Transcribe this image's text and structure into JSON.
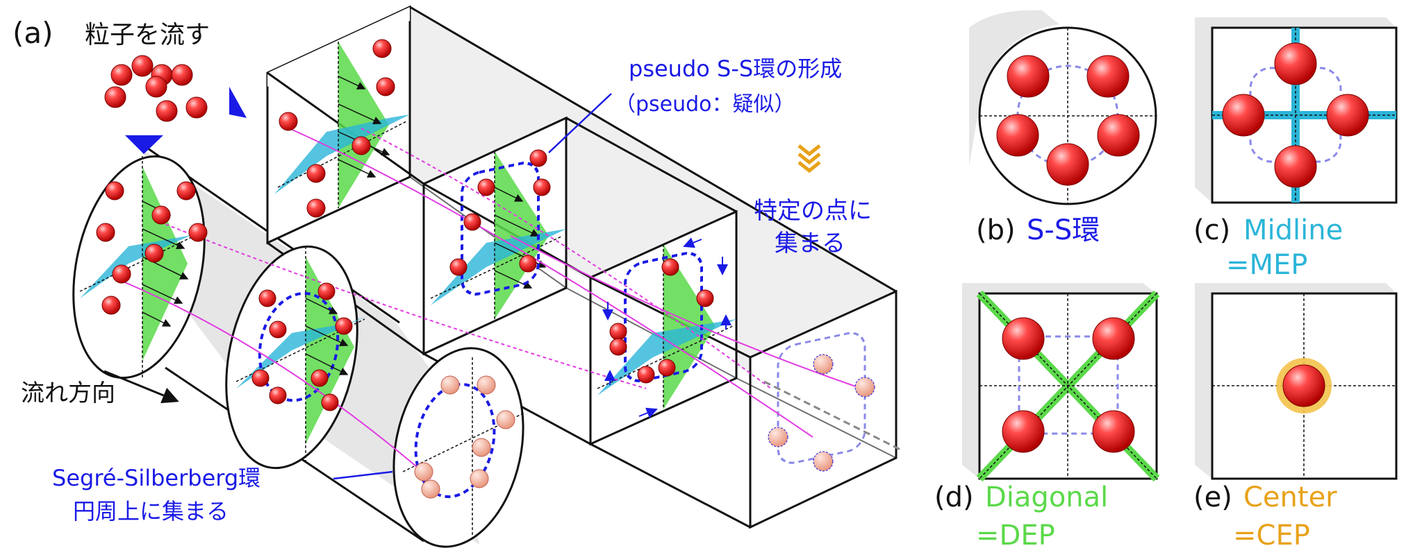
{
  "panel_a": {
    "letter": "(a)",
    "flow_particles": "粒子を流す",
    "flow_direction": "流れ方向",
    "pseudo_title": "pseudo S-S環の形成",
    "pseudo_note": "（pseudo：疑似）",
    "gather_line1": "特定の点に",
    "gather_line2": "集まる",
    "ring_line1": "Segré-Silberberg環",
    "ring_line2": "円周上に集まる"
  },
  "panel_b": {
    "letter": "(b)",
    "name": "S-S環"
  },
  "panel_c": {
    "letter": "(c)",
    "name": "Midline",
    "abbr": "=MEP"
  },
  "panel_d": {
    "letter": "(d)",
    "name": "Diagonal",
    "abbr": "=DEP"
  },
  "panel_e": {
    "letter": "(e)",
    "name": "Center",
    "abbr": "=CEP"
  },
  "colors": {
    "blue_text": "#1a1ae6",
    "cyan": "#2bb5d8",
    "green": "#5bd94a",
    "orange": "#e8a21a",
    "magenta": "#e23be2",
    "particle_red": "#e41f1f",
    "wall_gray": "#e6e6e6"
  }
}
